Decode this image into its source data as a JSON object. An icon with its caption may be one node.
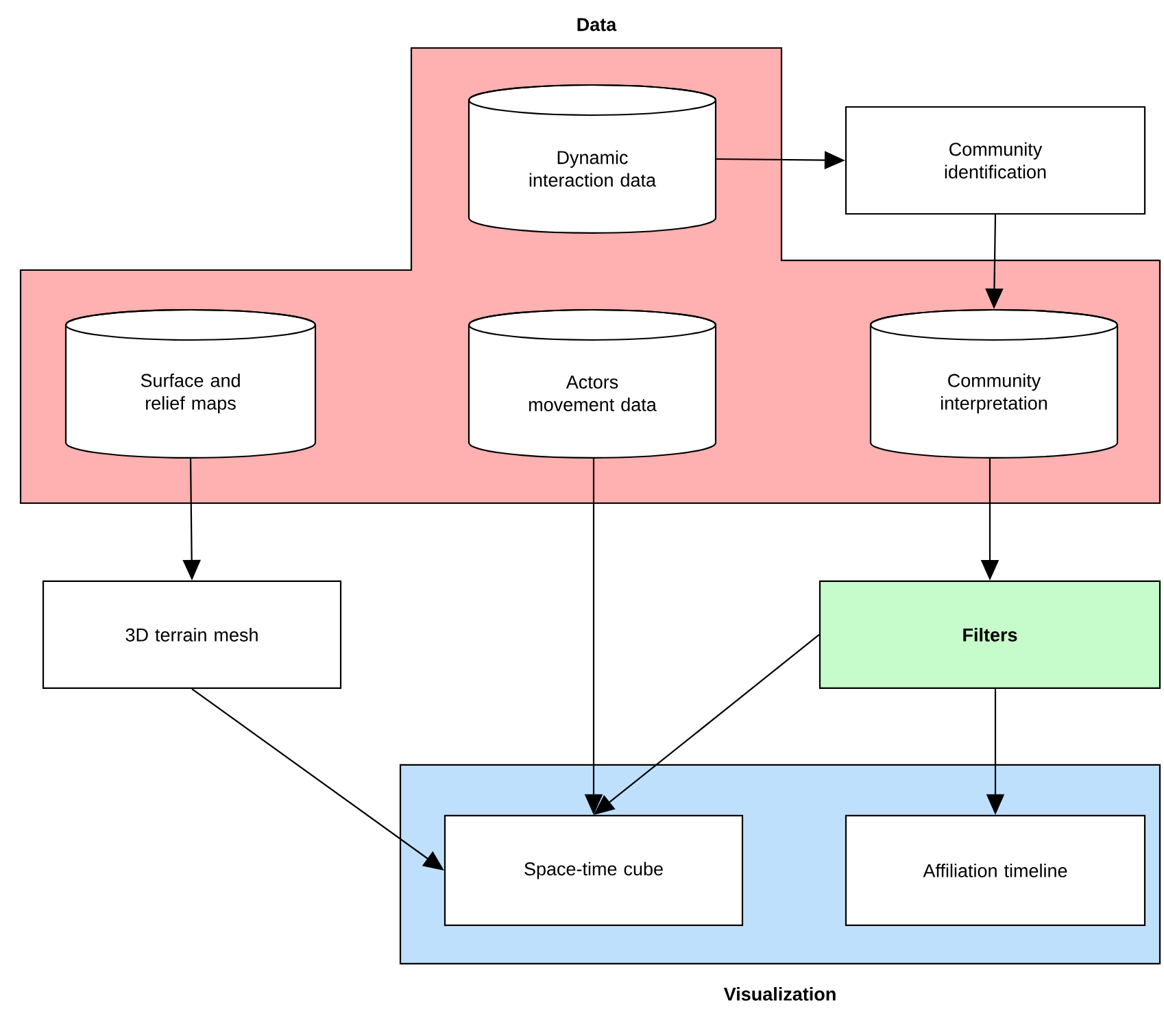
{
  "diagram": {
    "nodes": [
      {
        "text": [
          "Data"
        ]
      },
      {
        "text": [
          "Dynamic interaction data"
        ],
        "in": 0
      },
      {
        "text": [
          "Community identification"
        ]
      },
      {
        "text": [
          "Surface and relief maps"
        ],
        "in": 0
      },
      {
        "text": [
          "Actors movement data"
        ],
        "in": 0
      },
      {
        "text": [
          "Community interpretation"
        ],
        "in": 0
      },
      {
        "text": [
          "3D terrain mesh"
        ]
      },
      {
        "text": [
          "Filters"
        ]
      },
      {
        "text": [
          "Visualization"
        ]
      },
      {
        "text": [
          "Space-time cube"
        ],
        "in": 8
      },
      {
        "text": [
          "Affiliation timeline"
        ],
        "in": 8
      }
    ],
    "edges": [
      {
        "from": 1,
        "to": 2,
        "arrow": "to"
      },
      {
        "from": 2,
        "to": 5,
        "arrow": "to"
      },
      {
        "from": 3,
        "to": 6,
        "arrow": "to"
      },
      {
        "from": 4,
        "to": 9,
        "arrow": "to"
      },
      {
        "from": 5,
        "to": 7,
        "arrow": "to"
      },
      {
        "from": 6,
        "to": 9,
        "arrow": "to"
      },
      {
        "from": 7,
        "to": 9,
        "arrow": "to"
      },
      {
        "from": 7,
        "to": 10,
        "arrow": "to"
      }
    ]
  }
}
